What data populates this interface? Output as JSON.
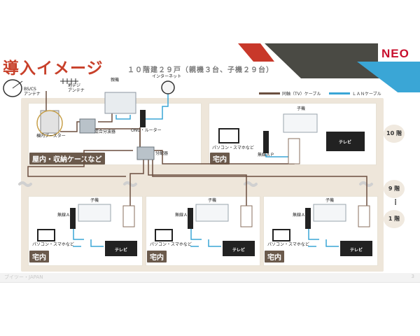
{
  "slide": {
    "title": "導入イメージ",
    "subtitle": "１０階建２９戸（親機３台、子機２９台）",
    "brand": "NEO",
    "footer_left": "ブイツー・JAPAN",
    "page_number": "3"
  },
  "legend": {
    "coax_label": "同軸（TV）ケーブル",
    "lan_label": "ＬＡＮケーブル",
    "coax_color": "#6b4f3f",
    "lan_color": "#3aa6d6"
  },
  "equipment": {
    "bs_antenna": "BS/CS\nアンテナ",
    "terrestrial_antenna": "地デジ\nアンテナ",
    "parent_unit": "親機",
    "internet": "インターネット",
    "booster": "棟内ブースター",
    "mixer": "混合分波器",
    "onu": "ONU・ルーター",
    "splitter": "分配器"
  },
  "zones": {
    "storage": "屋内・収納ケースなど",
    "home": "宅内"
  },
  "unit": {
    "child": "子機",
    "wireless_ap": "無線ＡＰ",
    "pc": "パソコン・スマホなど",
    "tv": "テレビ"
  },
  "floors": {
    "top": "10 階",
    "mid": "9 階",
    "dots": "⋮",
    "bottom": "1 階"
  }
}
